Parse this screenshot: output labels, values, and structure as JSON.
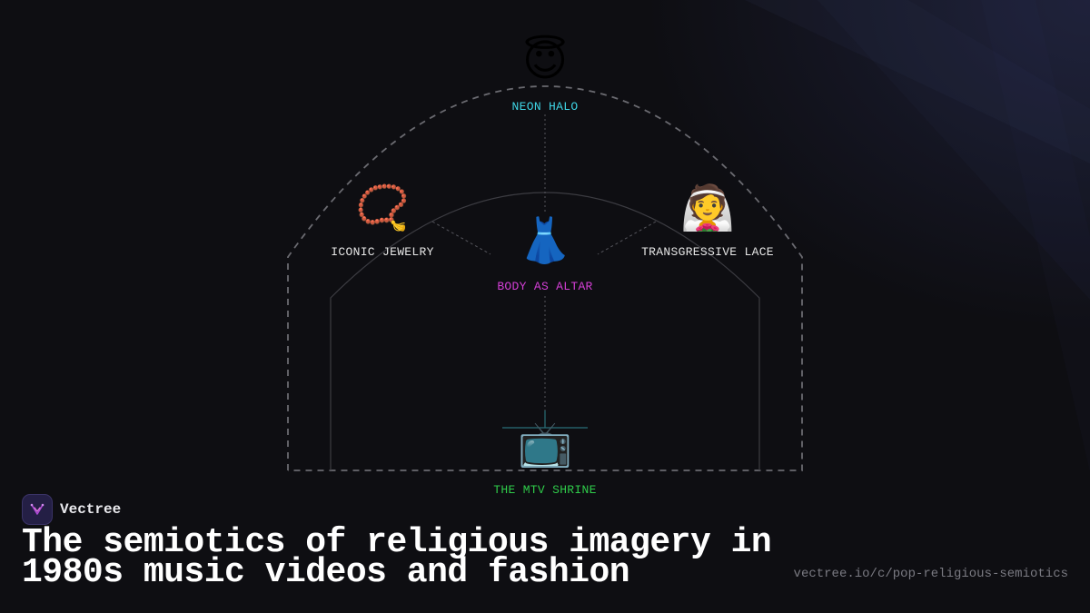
{
  "diagram": {
    "nodes": {
      "halo": {
        "icon": "angel-face-icon",
        "emoji": "😇",
        "label": "NEON HALO"
      },
      "jewelry": {
        "icon": "prayer-beads-icon",
        "emoji": "📿",
        "label": "ICONIC JEWELRY"
      },
      "lace": {
        "icon": "bride-with-veil-icon",
        "emoji": "👰",
        "label": "TRANSGRESSIVE LACE"
      },
      "body": {
        "icon": "dress-icon",
        "emoji": "👗",
        "label": "BODY AS ALTAR"
      },
      "mtv": {
        "icon": "television-icon",
        "emoji": "📺",
        "label": "THE MTV SHRINE"
      }
    },
    "colors": {
      "halo": "#3fd6e6",
      "body": "#d43fd6",
      "mtv": "#2fcc4a",
      "neutral": "#e6e6e6",
      "arch": "#6a6a70"
    }
  },
  "brand": {
    "name": "Vectree",
    "icon": "vectree-logo-icon"
  },
  "title": "The semiotics of religious imagery in 1980s music videos and fashion",
  "source_url": "vectree.io/c/pop-religious-semiotics"
}
